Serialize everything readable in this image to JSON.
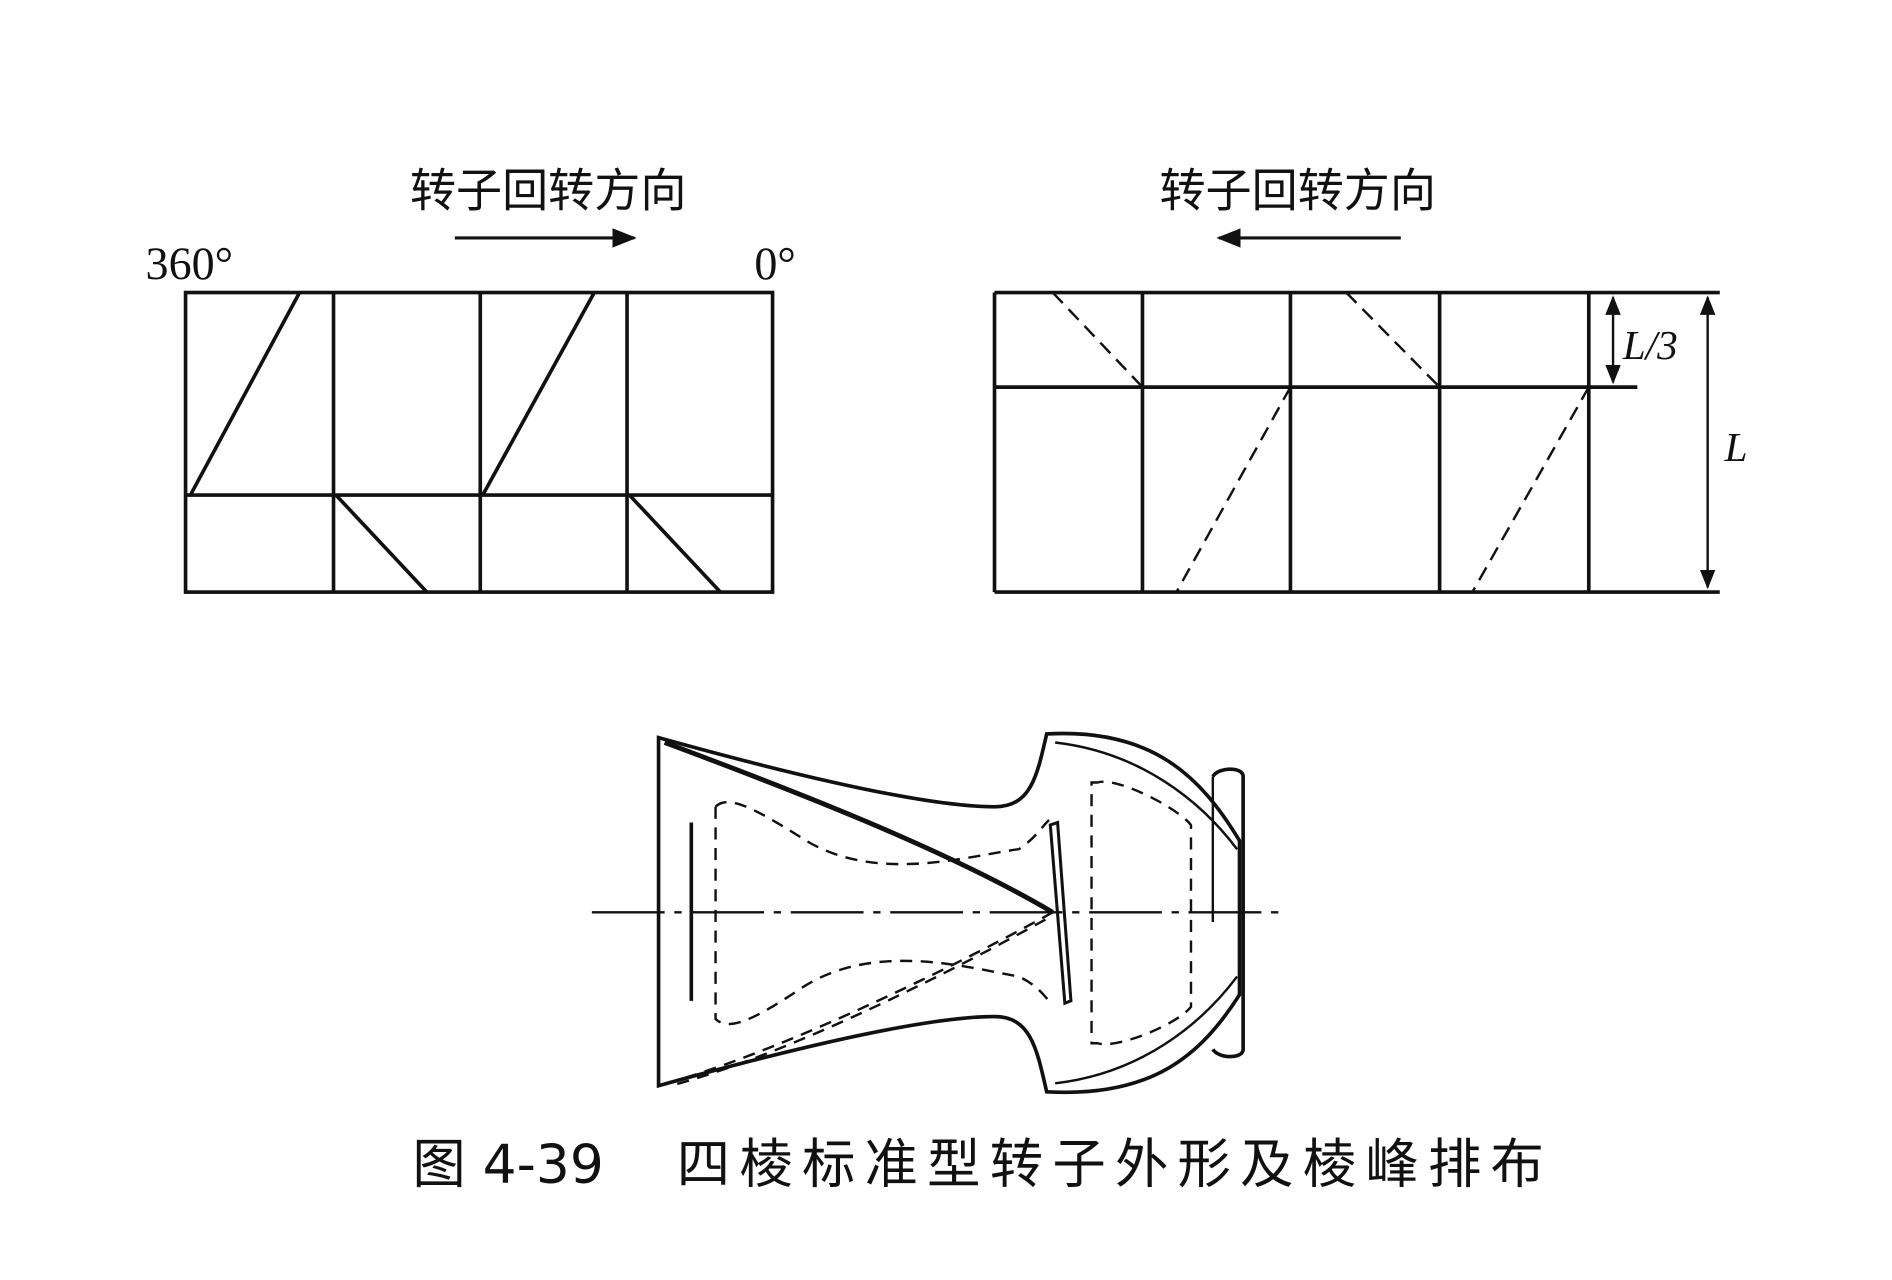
{
  "left_diagram": {
    "direction_label": "转子回转方向",
    "angle_start": "360°",
    "angle_end": "0°"
  },
  "right_diagram": {
    "direction_label": "转子回转方向",
    "dim_third": "L/3",
    "dim_full": "L"
  },
  "caption": {
    "number": "图 4-39",
    "title": "四棱标准型转子外形及棱峰排布"
  }
}
